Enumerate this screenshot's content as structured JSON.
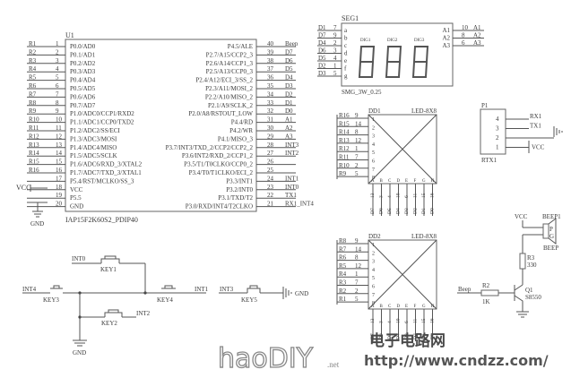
{
  "u1": {
    "ref": "U1",
    "part": "IAP15F2K60S2_PDIP40",
    "left_pins": [
      {
        "net": "R1",
        "num": "1",
        "name": "P0.0/AD0"
      },
      {
        "net": "R2",
        "num": "2",
        "name": "P0.1/AD1"
      },
      {
        "net": "R3",
        "num": "3",
        "name": "P0.2/AD2"
      },
      {
        "net": "R4",
        "num": "4",
        "name": "P0.3/AD3"
      },
      {
        "net": "R5",
        "num": "5",
        "name": "P0.4/AD4"
      },
      {
        "net": "R6",
        "num": "6",
        "name": "P0.5/AD5"
      },
      {
        "net": "R7",
        "num": "7",
        "name": "P0.6/AD6"
      },
      {
        "net": "R8",
        "num": "8",
        "name": "P0.7/AD7"
      },
      {
        "net": "R9",
        "num": "9",
        "name": "P1.0/ADC0/CCP1/RXD2"
      },
      {
        "net": "R10",
        "num": "10",
        "name": "P1.1/ADC1/CCP0/TXD2"
      },
      {
        "net": "R11",
        "num": "11",
        "name": "P1.2/ADC2/SS/ECI"
      },
      {
        "net": "R12",
        "num": "12",
        "name": "P1.3/ADC3/MOSI"
      },
      {
        "net": "R13",
        "num": "13",
        "name": "P1.4/ADC4/MISO"
      },
      {
        "net": "R14",
        "num": "14",
        "name": "P1.5/ADC5/SCLK"
      },
      {
        "net": "R15",
        "num": "15",
        "name": "P1.6/ADC6/RXD_3/XTAL2"
      },
      {
        "net": "R16",
        "num": "16",
        "name": "P1.7/ADC7/TXD_3/XTAL1"
      },
      {
        "net": "",
        "num": "17",
        "name": "P5.4/RST/MCLKO/SS_3"
      },
      {
        "net": "VCC",
        "num": "18",
        "name": "VCC"
      },
      {
        "net": "",
        "num": "19",
        "name": "P5.5"
      },
      {
        "net": "",
        "num": "20",
        "name": "GND"
      }
    ],
    "right_pins": [
      {
        "num": "40",
        "name": "P4.5/ALE",
        "net": "Beep"
      },
      {
        "num": "39",
        "name": "P2.7/A15/CCP2_3",
        "net": "D7"
      },
      {
        "num": "38",
        "name": "P2.6/A14/CCP1_3",
        "net": "D6"
      },
      {
        "num": "37",
        "name": "P2.5/A13/CCP0_3",
        "net": "D5"
      },
      {
        "num": "36",
        "name": "P2.4/A12/ECI_3/SS_2",
        "net": "D4"
      },
      {
        "num": "35",
        "name": "P2.3/A11/MOSI_2",
        "net": "D3"
      },
      {
        "num": "34",
        "name": "P2.2/A10/MISO_2",
        "net": "D2"
      },
      {
        "num": "33",
        "name": "P2.1/A9/SCLK_2",
        "net": "D1"
      },
      {
        "num": "32",
        "name": "P2.0/A8/RSTOUT_LOW",
        "net": "D0"
      },
      {
        "num": "31",
        "name": "P4.4/RD",
        "net": "A1"
      },
      {
        "num": "30",
        "name": "P4.2/WR",
        "net": "A2"
      },
      {
        "num": "29",
        "name": "P4.1/MISO_3",
        "net": "A3"
      },
      {
        "num": "28",
        "name": "P3.7/INT3/TXD_2/CCP2/CCP2_2",
        "net": "INT3"
      },
      {
        "num": "27",
        "name": "P3.6/INT2/RXD_2/CCP1_2",
        "net": "INT2"
      },
      {
        "num": "26",
        "name": "P3.5/T1/T0CLKO/CCP0_2",
        "net": ""
      },
      {
        "num": "25",
        "name": "P3.4/T0/T1CLKO/ECI_2",
        "net": ""
      },
      {
        "num": "24",
        "name": "P3.3/INT1",
        "net": "INT1"
      },
      {
        "num": "23",
        "name": "P3.2/INT0",
        "net": "INT0"
      },
      {
        "num": "22",
        "name": "P3.1/TXD/T2",
        "net": "TX1"
      },
      {
        "num": "21",
        "name": "P3.0/RXD/INT4/T2CLKO",
        "net": "RX1_INT4"
      }
    ],
    "vcc_label": "VCC",
    "gnd_label": "GND"
  },
  "seg1": {
    "ref": "SEG1",
    "part": "SMG_3W_0.25",
    "left_pins": [
      {
        "net": "D1",
        "num": "7",
        "seg": "a"
      },
      {
        "net": "D7",
        "num": "9",
        "seg": "b"
      },
      {
        "net": "D4",
        "num": "2",
        "seg": "c"
      },
      {
        "net": "D6",
        "num": "3",
        "seg": "d"
      },
      {
        "net": "D5",
        "num": "4",
        "seg": "e"
      },
      {
        "net": "D2",
        "num": "1",
        "seg": "f"
      },
      {
        "net": "D3",
        "num": "5",
        "seg": "g"
      }
    ],
    "right_pins": [
      {
        "name": "A1",
        "num": "10",
        "net": "A1"
      },
      {
        "name": "A2",
        "num": "8",
        "net": "A2"
      },
      {
        "name": "A3",
        "num": "6",
        "net": "A3"
      }
    ],
    "digits": [
      "DIG1",
      "DIG2",
      "DIG3"
    ]
  },
  "dd1": {
    "ref": "DD1",
    "part": "LED-8X8",
    "rows": [
      {
        "net": "R16",
        "num": "9",
        "idx": "1"
      },
      {
        "net": "R15",
        "num": "14",
        "idx": "2"
      },
      {
        "net": "R14",
        "num": "8",
        "idx": "3"
      },
      {
        "net": "R13",
        "num": "12",
        "idx": "4"
      },
      {
        "net": "R12",
        "num": "1",
        "idx": "5"
      },
      {
        "net": "R11",
        "num": "7",
        "idx": "6"
      },
      {
        "net": "R10",
        "num": "2",
        "idx": "7"
      },
      {
        "net": "R9",
        "num": "5",
        "idx": "8"
      }
    ],
    "cols": [
      {
        "letter": "A",
        "num": "13",
        "net": "D7"
      },
      {
        "letter": "B",
        "num": "3",
        "net": "D6"
      },
      {
        "letter": "C",
        "num": "4",
        "net": "D5"
      },
      {
        "letter": "D",
        "num": "10",
        "net": "D4"
      },
      {
        "letter": "E",
        "num": "6",
        "net": "D3"
      },
      {
        "letter": "F",
        "num": "11",
        "net": "D2"
      },
      {
        "letter": "G",
        "num": "15",
        "net": "D1"
      },
      {
        "letter": "H",
        "num": "16",
        "net": "D0"
      }
    ]
  },
  "dd2": {
    "ref": "DD2",
    "part": "LED-8X8",
    "rows": [
      {
        "net": "R8",
        "num": "9",
        "idx": "1"
      },
      {
        "net": "R7",
        "num": "14",
        "idx": "2"
      },
      {
        "net": "R6",
        "num": "8",
        "idx": "3"
      },
      {
        "net": "R5",
        "num": "12",
        "idx": "4"
      },
      {
        "net": "R4",
        "num": "1",
        "idx": "5"
      },
      {
        "net": "R3",
        "num": "7",
        "idx": "6"
      },
      {
        "net": "R2",
        "num": "2",
        "idx": "7"
      },
      {
        "net": "R1",
        "num": "5",
        "idx": "8"
      }
    ],
    "cols": [
      {
        "letter": "A",
        "num": "13",
        "net": "D7"
      },
      {
        "letter": "B",
        "num": "3",
        "net": "D6"
      },
      {
        "letter": "C",
        "num": "4",
        "net": "D5"
      },
      {
        "letter": "D",
        "num": "10",
        "net": "D4"
      },
      {
        "letter": "E",
        "num": "6",
        "net": "D3"
      },
      {
        "letter": "F",
        "num": "11",
        "net": "D2"
      },
      {
        "letter": "G",
        "num": "15",
        "net": "D1"
      },
      {
        "letter": "H",
        "num": "16",
        "net": "D0"
      }
    ]
  },
  "p1": {
    "ref": "P1",
    "part": "RTX1",
    "pins": [
      {
        "num": "4",
        "net": "RX1"
      },
      {
        "num": "3",
        "net": "TX1"
      },
      {
        "num": "2",
        "net": "GND"
      },
      {
        "num": "1",
        "net": "VCC"
      }
    ]
  },
  "beeper": {
    "vcc": "VCC",
    "ref": "BEEP1",
    "part": "BEEP",
    "p_label": "P",
    "g_label": "G",
    "r3_ref": "R3",
    "r3_val": "330",
    "r2_ref": "R2",
    "r2_val": "1K",
    "q1_ref": "Q1",
    "q1_part": "S8550",
    "input_net": "Beep"
  },
  "keys": {
    "key1": {
      "ref": "KEY1",
      "net": "INT0"
    },
    "key2": {
      "ref": "KEY2",
      "net": "INT2"
    },
    "key3": {
      "ref": "KEY3",
      "net": "INT4"
    },
    "key4": {
      "ref": "KEY4",
      "net": "INT1"
    },
    "key5": {
      "ref": "KEY5",
      "net": "INT3",
      "gnd": "GND"
    },
    "gnd": "GND"
  },
  "watermark": {
    "site_cn": "电子电路网",
    "url": "http://www.cndzz.com/",
    "logo": "haoDIY",
    "logo_suffix": ".net"
  }
}
